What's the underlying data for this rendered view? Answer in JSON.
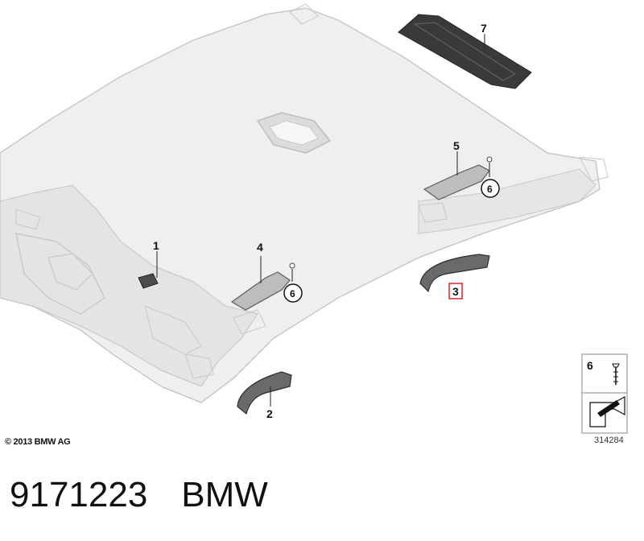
{
  "callouts": {
    "c1": "1",
    "c2": "2",
    "c3": "3",
    "c4": "4",
    "c5": "5",
    "c7": "7",
    "c6a": "6",
    "c6b": "6"
  },
  "legend": {
    "part_number": "6"
  },
  "copyright": "© 2013 BMW AG",
  "diagram_number": "314284",
  "footer": {
    "part_number": "9171223",
    "brand": "BMW"
  },
  "colors": {
    "highlight": "#d9262b",
    "headliner": "#eeeeef",
    "headliner_edge": "#c7c7c9",
    "dark_part": "#3c3c3c"
  }
}
